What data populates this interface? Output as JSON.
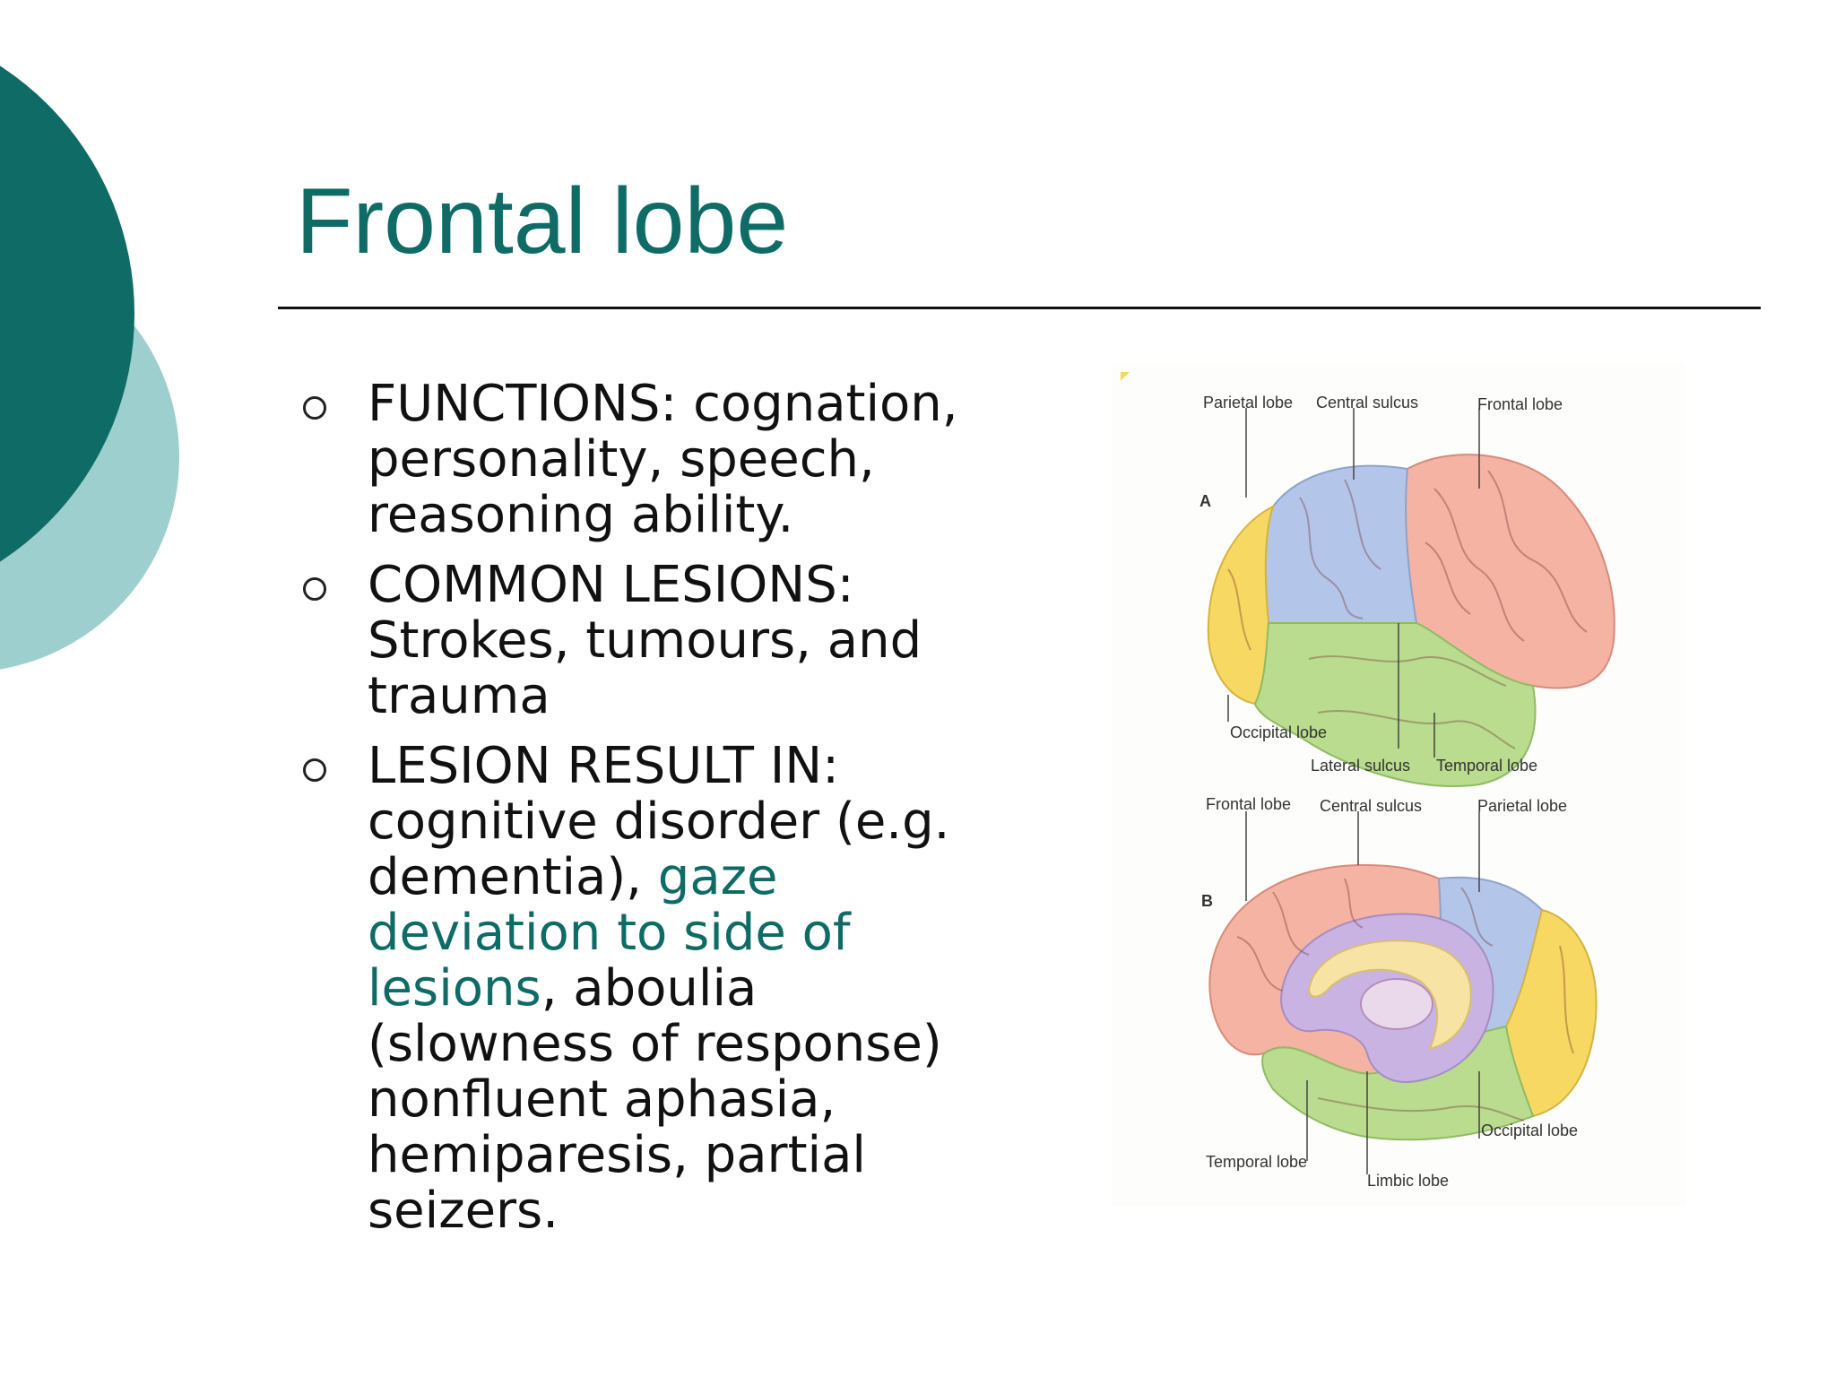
{
  "slide": {
    "title": "Frontal lobe",
    "colors": {
      "accent": "#0e6b66",
      "light_accent": "#9ecfcf",
      "text": "#111111"
    },
    "bullets": [
      {
        "parts": [
          {
            "text": "FUNCTIONS: cognation, personality, speech, reasoning ability."
          }
        ]
      },
      {
        "parts": [
          {
            "text": "COMMON LESIONS: Strokes, tumours, and trauma"
          }
        ]
      },
      {
        "parts": [
          {
            "text": "LESION RESULT IN: cognitive disorder (e.g. dementia), "
          },
          {
            "text": "gaze deviation to side of lesions",
            "highlight": true
          },
          {
            "text": ", aboulia (slowness of response) nonfluent aphasia, hemiparesis, partial seizers."
          }
        ]
      }
    ]
  },
  "figure": {
    "panel_a": {
      "letter": "A",
      "labels": {
        "parietal": "Parietal lobe",
        "central_sulcus": "Central sulcus",
        "frontal": "Frontal lobe",
        "occipital": "Occipital lobe",
        "lateral_sulcus": "Lateral sulcus",
        "temporal": "Temporal lobe"
      }
    },
    "panel_b": {
      "letter": "B",
      "labels": {
        "frontal": "Frontal lobe",
        "central_sulcus": "Central sulcus",
        "parietal": "Parietal lobe",
        "occipital": "Occipital lobe",
        "temporal": "Temporal lobe",
        "limbic": "Limbic lobe"
      }
    },
    "lobe_colors": {
      "frontal": "#f5b3a3",
      "parietal": "#b3c6ea",
      "temporal": "#b9dc8f",
      "occipital": "#f6d863",
      "limbic": "#c9b3e3",
      "corpus": "#f7e3a4"
    }
  }
}
